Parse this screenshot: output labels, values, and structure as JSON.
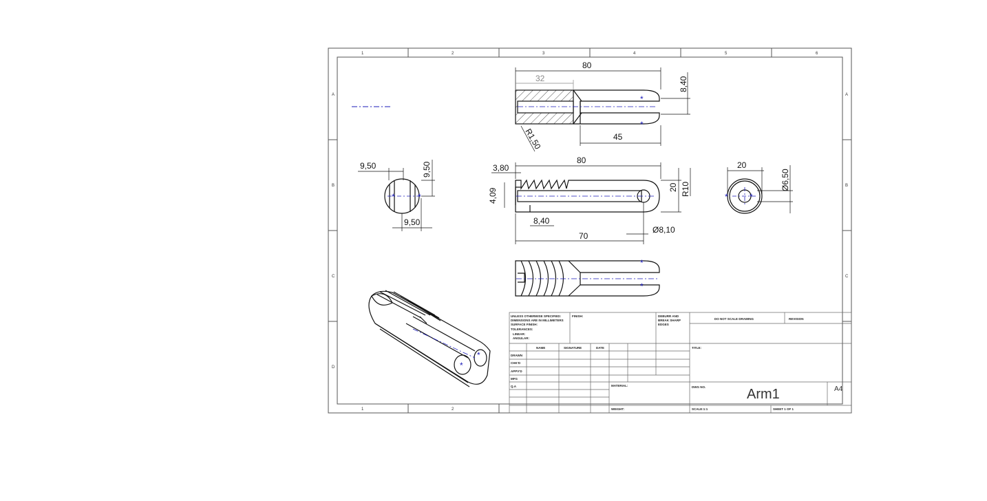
{
  "drawing": {
    "zones_top": [
      "1",
      "2",
      "3",
      "4",
      "5",
      "6"
    ],
    "zones_bottom": [
      "1",
      "2"
    ],
    "zones_side": [
      "A",
      "B",
      "C",
      "D"
    ],
    "dimensions": {
      "top_length": "80",
      "top_section": "32",
      "top_height": "8,40",
      "top_radius": "R1,50",
      "top_slot": "45",
      "front_length": "80",
      "front_offset": "3,80",
      "front_height_left": "4,09",
      "front_height": "20",
      "front_radius": "R10",
      "front_hole": "Ø8,10",
      "front_step": "8,40",
      "front_slot": "70",
      "left_w": "9,50",
      "left_h": "9,50",
      "left_bottom": "9,50",
      "right_w": "20",
      "right_hole": "Ø6,50"
    },
    "colors": {
      "line": "#111111",
      "centerline": "#1a1ab8",
      "border": "#555555"
    }
  },
  "title_block": {
    "notes": [
      "UNLESS OTHERWISE SPECIFIED:",
      "DIMENSIONS ARE IN MILLIMETERS",
      "SURFACE FINISH:",
      "TOLERANCES:",
      "LINEAR:",
      "ANGULAR:"
    ],
    "finish_label": "FINISH:",
    "deburr_label": [
      "DEBURR AND",
      "BREAK SHARP",
      "EDGES"
    ],
    "do_not_scale": "DO NOT SCALE DRAWING",
    "revision": "REVISION",
    "columns": [
      "NAME",
      "SIGNATURE",
      "DATE"
    ],
    "rows": [
      "DRAWN",
      "CHK'D",
      "APPV'D",
      "MFG",
      "Q.A"
    ],
    "title_label": "TITLE:",
    "material_label": "MATERIAL:",
    "weight_label": "WEIGHT:",
    "dwg_no_label": "DWG NO.",
    "dwg_no": "Arm1",
    "sheet_size": "A4",
    "scale": "SCALE:1:1",
    "sheet": "SHEET 1 OF 1"
  }
}
